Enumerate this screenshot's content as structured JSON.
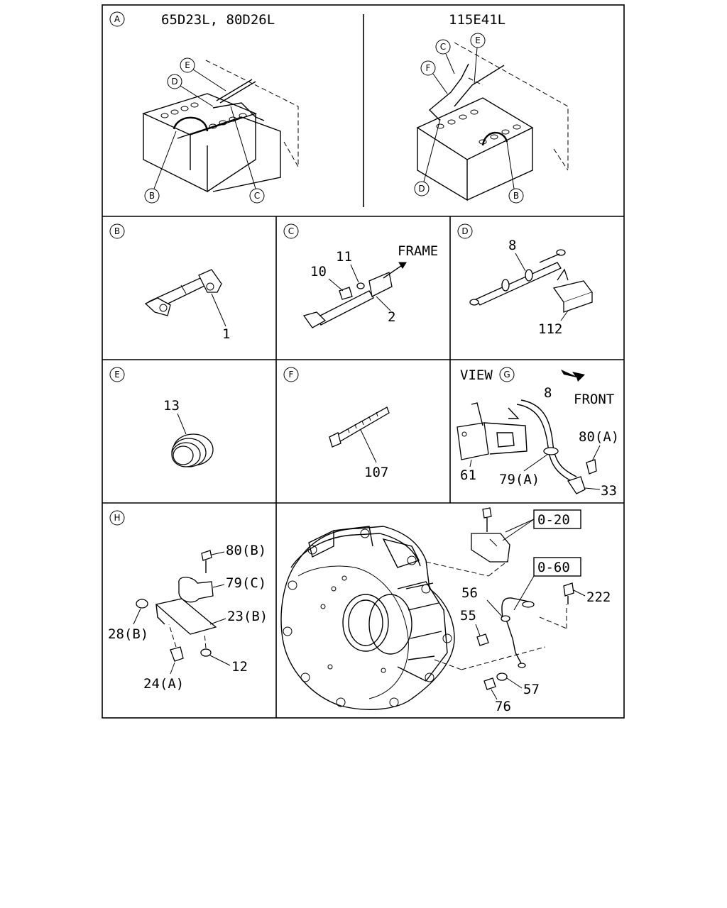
{
  "panels": {
    "a": {
      "letter": "A",
      "left_title": "65D23L, 80D26L",
      "right_title": "115E41L",
      "left_callouts": [
        "E",
        "D",
        "B",
        "C"
      ],
      "right_callouts": [
        "C",
        "E",
        "F",
        "D",
        "B"
      ]
    },
    "b": {
      "letter": "B",
      "parts": [
        "1"
      ]
    },
    "c": {
      "letter": "C",
      "parts": [
        "10",
        "11",
        "2"
      ],
      "direction": "FRAME"
    },
    "d": {
      "letter": "D",
      "parts": [
        "8",
        "112"
      ]
    },
    "e": {
      "letter": "E",
      "parts": [
        "13"
      ]
    },
    "f": {
      "letter": "F",
      "parts": [
        "107"
      ]
    },
    "g": {
      "view_label": "VIEW",
      "letter": "G",
      "direction": "FRONT",
      "parts": [
        "8",
        "80(A)",
        "61",
        "79(A)",
        "33"
      ]
    },
    "h": {
      "letter": "H",
      "parts": [
        "80(B)",
        "79(C)",
        "23(B)",
        "28(B)",
        "12",
        "24(A)"
      ]
    },
    "i": {
      "refs": [
        "0-20",
        "0-60"
      ],
      "parts": [
        "56",
        "55",
        "222",
        "57",
        "76"
      ]
    }
  }
}
